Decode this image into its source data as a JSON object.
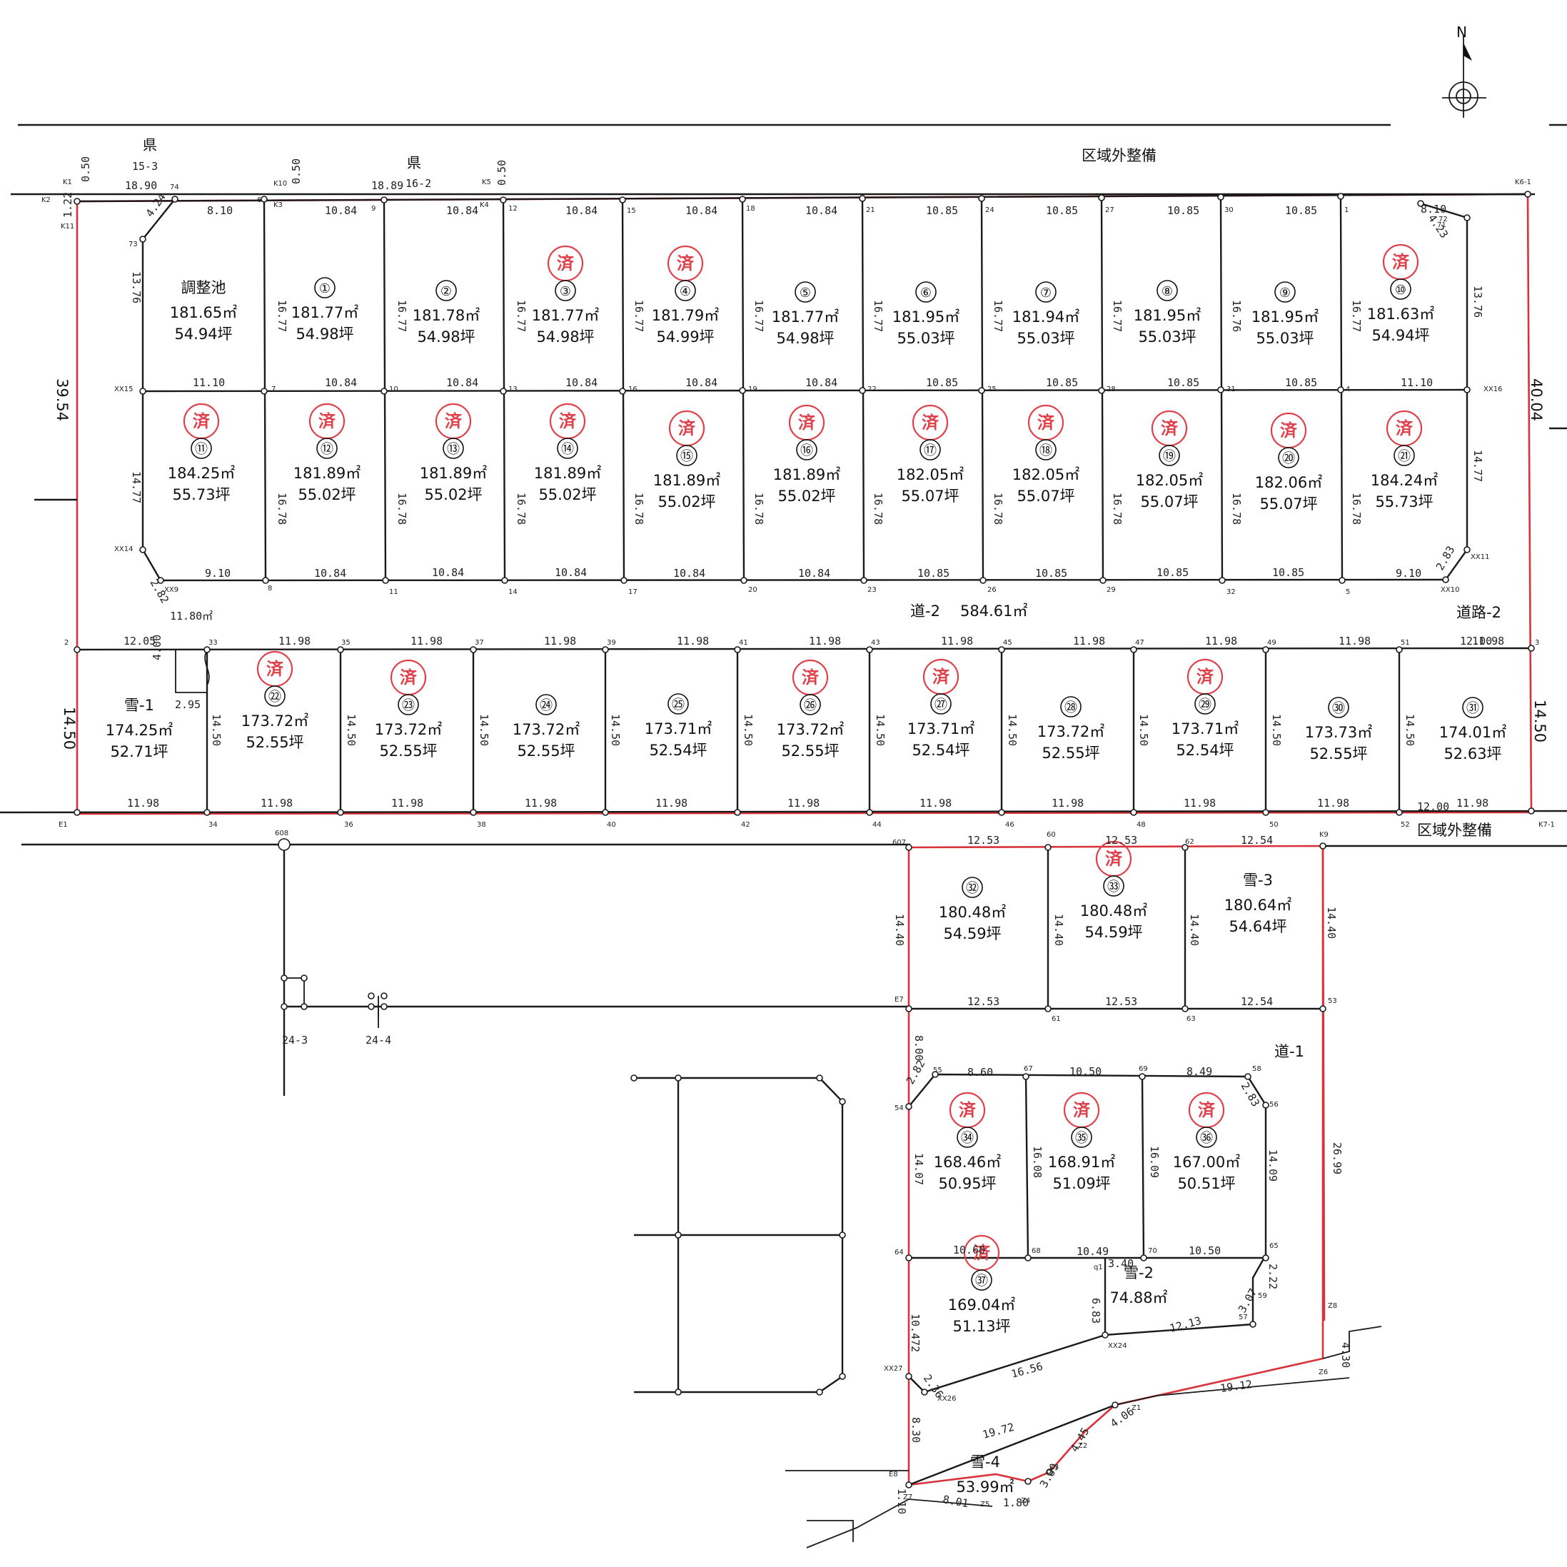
{
  "labels": {
    "outside_north": "区域外整備",
    "outside_south": "区域外整備",
    "ken_left": "県",
    "ken_left_no": "15-3",
    "ken_mid": "県",
    "ken_mid_no": "16-2",
    "road2": "道-2",
    "road2_area": "584.61㎡",
    "road2_side": "道路-2",
    "road1": "道-1",
    "pond": "調整池",
    "parcel_24_3": "24-3",
    "parcel_24_4": "24-4",
    "north": "N",
    "small_area": "11.80㎡"
  },
  "sold_mark": "済",
  "lots": [
    {
      "no": "調整池",
      "area": "181.65㎡",
      "tsubo": "54.94坪",
      "sold": false
    },
    {
      "no": "①",
      "area": "181.77㎡",
      "tsubo": "54.98坪",
      "sold": false
    },
    {
      "no": "②",
      "area": "181.78㎡",
      "tsubo": "54.98坪",
      "sold": false
    },
    {
      "no": "③",
      "area": "181.77㎡",
      "tsubo": "54.98坪",
      "sold": true
    },
    {
      "no": "④",
      "area": "181.79㎡",
      "tsubo": "54.99坪",
      "sold": true
    },
    {
      "no": "⑤",
      "area": "181.77㎡",
      "tsubo": "54.98坪",
      "sold": false
    },
    {
      "no": "⑥",
      "area": "181.95㎡",
      "tsubo": "55.03坪",
      "sold": false
    },
    {
      "no": "⑦",
      "area": "181.94㎡",
      "tsubo": "55.03坪",
      "sold": false
    },
    {
      "no": "⑧",
      "area": "181.95㎡",
      "tsubo": "55.03坪",
      "sold": false
    },
    {
      "no": "⑨",
      "area": "181.95㎡",
      "tsubo": "55.03坪",
      "sold": false
    },
    {
      "no": "⑩",
      "area": "181.63㎡",
      "tsubo": "54.94坪",
      "sold": true
    },
    {
      "no": "⑪",
      "area": "184.25㎡",
      "tsubo": "55.73坪",
      "sold": true
    },
    {
      "no": "⑫",
      "area": "181.89㎡",
      "tsubo": "55.02坪",
      "sold": true
    },
    {
      "no": "⑬",
      "area": "181.89㎡",
      "tsubo": "55.02坪",
      "sold": true
    },
    {
      "no": "⑭",
      "area": "181.89㎡",
      "tsubo": "55.02坪",
      "sold": true
    },
    {
      "no": "⑮",
      "area": "181.89㎡",
      "tsubo": "55.02坪",
      "sold": true
    },
    {
      "no": "⑯",
      "area": "181.89㎡",
      "tsubo": "55.02坪",
      "sold": true
    },
    {
      "no": "⑰",
      "area": "182.05㎡",
      "tsubo": "55.07坪",
      "sold": true
    },
    {
      "no": "⑱",
      "area": "182.05㎡",
      "tsubo": "55.07坪",
      "sold": true
    },
    {
      "no": "⑲",
      "area": "182.05㎡",
      "tsubo": "55.07坪",
      "sold": true
    },
    {
      "no": "⑳",
      "area": "182.06㎡",
      "tsubo": "55.07坪",
      "sold": true
    },
    {
      "no": "㉑",
      "area": "184.24㎡",
      "tsubo": "55.73坪",
      "sold": true
    },
    {
      "no": "雪-1",
      "area": "174.25㎡",
      "tsubo": "52.71坪",
      "sold": false
    },
    {
      "no": "㉒",
      "area": "173.72㎡",
      "tsubo": "52.55坪",
      "sold": true
    },
    {
      "no": "㉓",
      "area": "173.72㎡",
      "tsubo": "52.55坪",
      "sold": true
    },
    {
      "no": "㉔",
      "area": "173.72㎡",
      "tsubo": "52.55坪",
      "sold": false
    },
    {
      "no": "㉕",
      "area": "173.71㎡",
      "tsubo": "52.54坪",
      "sold": false
    },
    {
      "no": "㉖",
      "area": "173.72㎡",
      "tsubo": "52.55坪",
      "sold": true
    },
    {
      "no": "㉗",
      "area": "173.71㎡",
      "tsubo": "52.54坪",
      "sold": true
    },
    {
      "no": "㉘",
      "area": "173.72㎡",
      "tsubo": "52.55坪",
      "sold": false
    },
    {
      "no": "㉙",
      "area": "173.71㎡",
      "tsubo": "52.54坪",
      "sold": true
    },
    {
      "no": "㉚",
      "area": "173.73㎡",
      "tsubo": "52.55坪",
      "sold": false
    },
    {
      "no": "㉛",
      "area": "174.01㎡",
      "tsubo": "52.63坪",
      "sold": false
    },
    {
      "no": "㉜",
      "area": "180.48㎡",
      "tsubo": "54.59坪",
      "sold": false
    },
    {
      "no": "㉝",
      "area": "180.48㎡",
      "tsubo": "54.59坪",
      "sold": true
    },
    {
      "no": "雪-3",
      "area": "180.64㎡",
      "tsubo": "54.64坪",
      "sold": false
    },
    {
      "no": "㉞",
      "area": "168.46㎡",
      "tsubo": "50.95坪",
      "sold": true
    },
    {
      "no": "㉟",
      "area": "168.91㎡",
      "tsubo": "51.09坪",
      "sold": true
    },
    {
      "no": "㊱",
      "area": "167.00㎡",
      "tsubo": "50.51坪",
      "sold": true
    },
    {
      "no": "㊲",
      "area": "169.04㎡",
      "tsubo": "51.13坪",
      "sold": true
    },
    {
      "no": "雪-2",
      "area": "74.88㎡",
      "tsubo": "",
      "sold": false
    },
    {
      "no": "雪-4",
      "area": "53.99㎡",
      "tsubo": "",
      "sold": false
    }
  ],
  "dimensions": {
    "top_row": [
      "18.90",
      "8.10",
      "10.84",
      "10.84",
      "10.84",
      "10.84",
      "10.84",
      "10.85",
      "10.85",
      "10.85",
      "10.85",
      "8.10",
      "18.89",
      "0.50",
      "0.50",
      "0.50",
      "1.22",
      "4.24",
      "4.23"
    ],
    "mid_row": [
      "11.10",
      "10.84",
      "10.84",
      "10.84",
      "10.84",
      "10.84",
      "10.85",
      "10.85",
      "10.85",
      "10.85",
      "11.10"
    ],
    "row2_bottom": [
      "9.10",
      "10.84",
      "10.84",
      "10.84",
      "10.84",
      "10.84",
      "10.85",
      "10.85",
      "10.85",
      "10.85",
      "9.10",
      "2.82",
      "2.83"
    ],
    "depths": [
      "13.76",
      "16.77",
      "16.77",
      "16.77",
      "16.77",
      "16.77",
      "16.77",
      "16.77",
      "16.77",
      "16.76",
      "16.77",
      "13.76",
      "14.77",
      "16.78",
      "16.78",
      "16.78",
      "16.78",
      "16.78",
      "16.78",
      "16.78",
      "16.78",
      "16.78",
      "16.78",
      "14.77"
    ],
    "outer": [
      "39.54",
      "40.04",
      "14.50",
      "14.50"
    ],
    "row3_top": [
      "12.05",
      "11.98",
      "11.98",
      "11.98",
      "11.98",
      "11.98",
      "11.98",
      "11.98",
      "11.98",
      "11.98",
      "11.98",
      "12.00"
    ],
    "row3_bottom": [
      "11.98",
      "11.98",
      "11.98",
      "11.98",
      "11.98",
      "11.98",
      "11.98",
      "11.98",
      "11.98",
      "11.98",
      "11.98",
      "12.00"
    ],
    "row3_depth": [
      "14.50",
      "14.50",
      "14.50",
      "14.50",
      "14.50",
      "14.50",
      "14.50",
      "14.50",
      "14.50",
      "14.50"
    ],
    "small_box": [
      "4.00",
      "2.95"
    ],
    "block_b": [
      "12.53",
      "12.53",
      "12.54",
      "12.53",
      "12.53",
      "12.54",
      "14.40",
      "14.40",
      "14.40",
      "14.40"
    ],
    "block_c": [
      "8.00",
      "2.82",
      "8.60",
      "10.50",
      "8.49",
      "2.83",
      "14.07",
      "16.08",
      "16.09",
      "14.09",
      "10.60",
      "10.49",
      "10.50",
      "3.40",
      "2.22",
      "3.07",
      "6.83",
      "12.13",
      "26.99",
      "4.30",
      "10.472",
      "2.36",
      "16.56",
      "8.30",
      "19.72",
      "19.12",
      "4.06",
      "4.45",
      "3.89",
      "1.80",
      "8.01",
      "1.10"
    ]
  },
  "points": {
    "top": [
      "K1",
      "K2",
      "K11",
      "74",
      "6",
      "K10",
      "K3",
      "9",
      "K5",
      "K4",
      "12",
      "15",
      "18",
      "21",
      "24",
      "27",
      "30",
      "1",
      "72",
      "71",
      "K6-1",
      "73"
    ],
    "mid": [
      "XX15",
      "7",
      "10",
      "13",
      "16",
      "19",
      "22",
      "25",
      "28",
      "31",
      "4",
      "XX16"
    ],
    "low": [
      "XX14",
      "XX9",
      "8",
      "11",
      "14",
      "17",
      "20",
      "23",
      "26",
      "29",
      "32",
      "5",
      "XX10",
      "XX11"
    ],
    "row3_top": [
      "2",
      "33",
      "35",
      "37",
      "39",
      "41",
      "43",
      "45",
      "47",
      "49",
      "51",
      "3"
    ],
    "row3_bot": [
      "E1",
      "34",
      "36",
      "38",
      "40",
      "42",
      "44",
      "46",
      "48",
      "50",
      "52",
      "K7-1"
    ],
    "block_b": [
      "608",
      "607",
      "60",
      "62",
      "K9",
      "E7",
      "61",
      "63",
      "53"
    ],
    "block_c": [
      "55",
      "67",
      "69",
      "58",
      "56",
      "54",
      "64",
      "68",
      "70",
      "65",
      "q1",
      "59",
      "57",
      "XX24",
      "Z8",
      "Z6",
      "XX27",
      "XX26",
      "E8",
      "Z7",
      "Z5",
      "Z4",
      "Z3",
      "Z2",
      "Z1"
    ]
  }
}
